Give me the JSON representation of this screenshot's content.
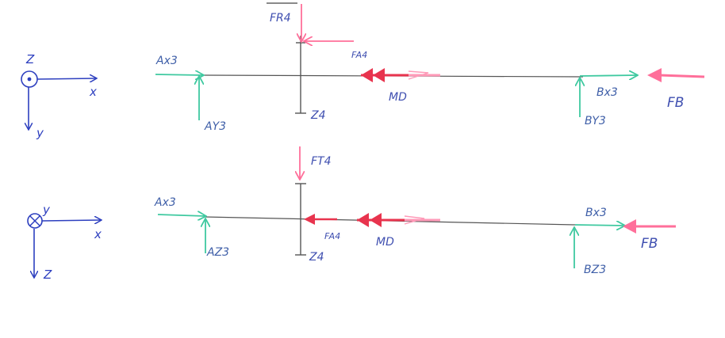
{
  "colors": {
    "axis_blue": "#2d3fbf",
    "force_green": "#3fc9a0",
    "force_pink": "#ff6f9a",
    "force_red": "#e8344e",
    "shaft_grey": "#555555",
    "label_blue": "#3f4fb0"
  },
  "top_view": {
    "coord_axes": {
      "out_of_plane": "Z",
      "horizontal": "x",
      "vertical": "y"
    },
    "labels": {
      "ax": "Ax3",
      "ay": "AY3",
      "fr": "FR4",
      "fa": "FA4",
      "z4": "Z4",
      "md": "MD",
      "bx": "Bx3",
      "by": "BY3",
      "fb": "FB"
    }
  },
  "bottom_view": {
    "coord_axes": {
      "into_plane": "y",
      "horizontal": "x",
      "vertical": "Z"
    },
    "labels": {
      "ax": "Ax3",
      "az": "AZ3",
      "ft": "FT4",
      "fa": "FA4",
      "z4": "Z4",
      "md": "MD",
      "bx": "Bx3",
      "bz": "BZ3",
      "fb": "FB"
    }
  }
}
